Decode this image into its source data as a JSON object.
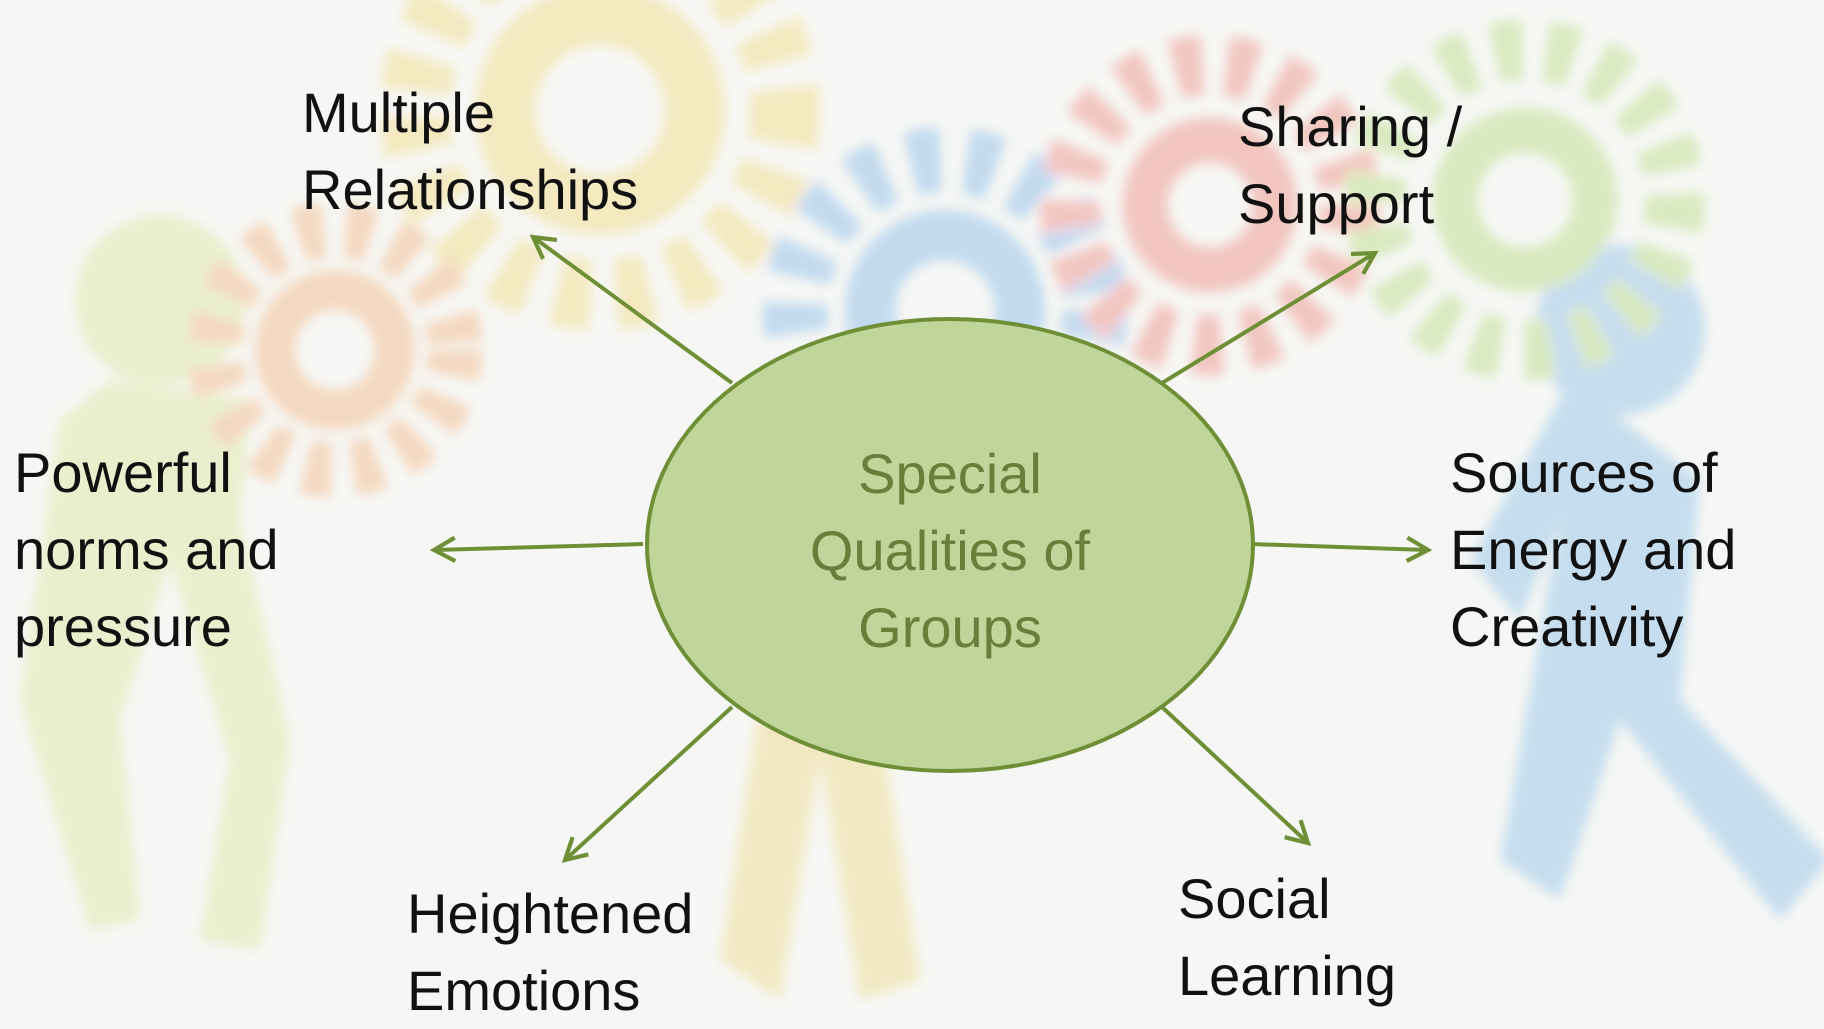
{
  "center": {
    "text": "Special\nQualities of\nGroups"
  },
  "qualities": [
    {
      "id": "top-left",
      "text": "Multiple\nRelationships"
    },
    {
      "id": "top-right",
      "text": "Sharing /\nSupport"
    },
    {
      "id": "left",
      "text": "Powerful\nnorms and\npressure"
    },
    {
      "id": "right",
      "text": "Sources of\nEnergy and\nCreativity"
    },
    {
      "id": "bottom-left",
      "text": "Heightened\nEmotions"
    },
    {
      "id": "bottom-right",
      "text": "Social\nLearning"
    }
  ],
  "colors": {
    "hub_fill": "#c0d59a",
    "hub_stroke": "#6f8f37",
    "hub_text": "#6b7d3a",
    "arrow": "#6f8f37",
    "label_text": "#111111"
  },
  "background_icons": [
    "gear-icon",
    "stick-figure-icon"
  ]
}
